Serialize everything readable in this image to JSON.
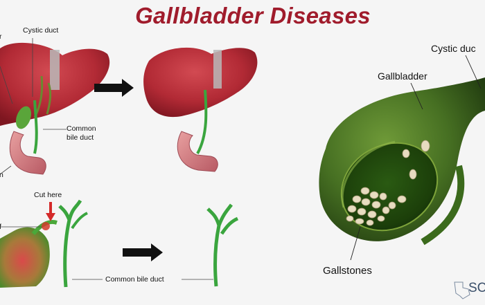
{
  "title": "Gallbladder Diseases",
  "labels": {
    "cystic_duct_top": "Cystic duct",
    "common_bile_duct_top": "Common\nbile duct",
    "cut_here": "Cut here",
    "common_bile_duct_bottom": "Common bile duct",
    "cystic_duct_right": "Cystic duc",
    "gallbladder": "Gallbladder",
    "gallstones": "Gallstones",
    "frag_r1": "r",
    "frag_n": "n",
    "frag_f": "f",
    "logo": "SC"
  },
  "colors": {
    "title": "#a01c2c",
    "liver": "#b72f3a",
    "duct_green": "#3aa53e",
    "gallbladder_green": "#3e6a1f",
    "arrow": "#111111",
    "cut_arrow": "#d42a2a"
  }
}
